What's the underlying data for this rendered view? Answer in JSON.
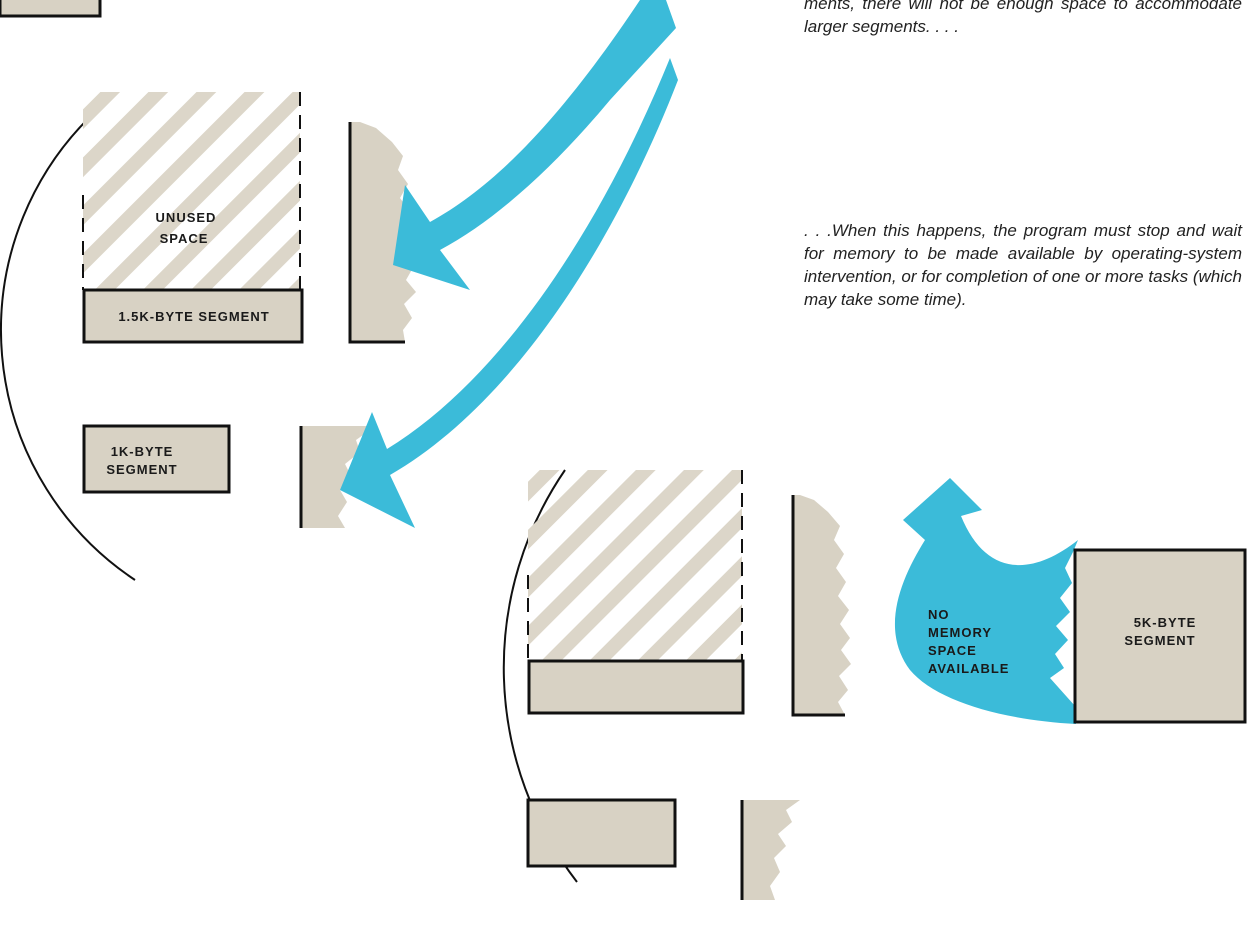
{
  "captions": {
    "top": "ments, there will not be enough space to accommodate larger segments. . . .",
    "middle": ". . .When this happens, the program must stop and wait for memory to be made available by operating-system intervention, or for completion of one or more tasks (which may take some time)."
  },
  "diagram_one": {
    "unused_line1": "UNUSED",
    "unused_line2": "SPACE",
    "segment_15k": "1.5K-BYTE SEGMENT",
    "segment_1k_line1": "1K-BYTE",
    "segment_1k_line2": "SEGMENT"
  },
  "diagram_two": {
    "arrow_line1": "NO",
    "arrow_line2": "MEMORY",
    "arrow_line3": "SPACE",
    "arrow_line4": "AVAILABLE",
    "segment_5k_line1": "5K-BYTE",
    "segment_5k_line2": "SEGMENT"
  },
  "colors": {
    "segment_fill": "#d8d2c4",
    "arrow_fill": "#3bbbd9",
    "hatch": "#dcd6c9",
    "outline": "#111111"
  }
}
